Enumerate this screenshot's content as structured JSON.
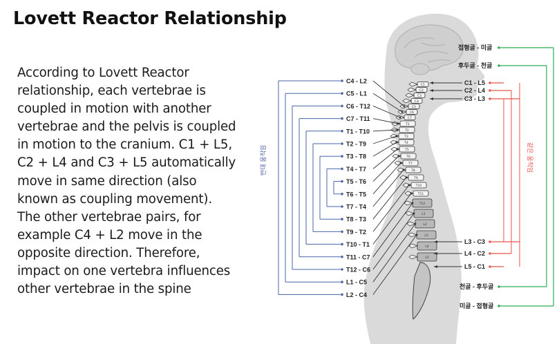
{
  "slide": {
    "title": "Lovett Reactor Relationship",
    "body": "According to Lovett Reactor relationship, each vertebrae is coupled in motion with another vertebrae and the pelvis is coupled in motion to the cranium. C1 + L5, C2 + L4 and C3 + L5 automatically move in same direction (also known as coupling movement). The other vertebrae pairs, for example C4 + L2 move in the opposite direction. Therefore, impact on one vertebra influences other vertebrae in the spine"
  },
  "diagram": {
    "colors": {
      "opposite": "#4a63a8",
      "same": "#e8554a",
      "cranial": "#2eaa55",
      "silhouette": "#d9d9d9",
      "vertebra_light": "#f4f4f4",
      "vertebra_dark": "#b8b8b8"
    },
    "opposite_group_label": "반대 움직임",
    "same_group_label": "같은 움직임",
    "opposite_pairs": [
      "C4 - L2",
      "C5 - L1",
      "C6 - T12",
      "C7 - T11",
      "T1 - T10",
      "T2 - T9",
      "T3 - T8",
      "T4 - T7",
      "T5 - T6",
      "T6 - T5",
      "T7 - T4",
      "T8 - T3",
      "T9 - T2",
      "T10 - T1",
      "T11 - C7",
      "T12 - C6",
      "L1 - C5",
      "L2 - C4"
    ],
    "same_pairs_top": [
      "C1 - L5",
      "C2 - L4",
      "C3 - L3"
    ],
    "same_pairs_bottom": [
      "L3 - C3",
      "L4 - C2",
      "L5 - C1"
    ],
    "cranial_top": [
      "접형골 - 미골",
      "후두골 - 천골"
    ],
    "cranial_bottom": [
      "천골 - 후두골",
      "미골 - 접형골"
    ],
    "vertebra_labels": [
      "C1",
      "C2",
      "C3",
      "C4",
      "C5",
      "C6",
      "C7",
      "T1",
      "T2",
      "T3",
      "T4",
      "T5",
      "T6",
      "T7",
      "T8",
      "T9",
      "T10",
      "T11",
      "T12",
      "L1",
      "L2",
      "L3",
      "L4",
      "L5"
    ]
  }
}
